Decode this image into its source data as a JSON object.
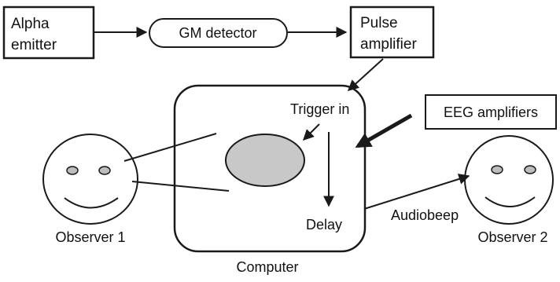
{
  "nodes": {
    "alpha_emitter": [
      "Alpha",
      "emitter"
    ],
    "gm_detector": "GM detector",
    "pulse_amplifier": [
      "Pulse",
      "amplifier"
    ],
    "eeg_amplifiers": "EEG amplifiers",
    "computer": "Computer",
    "trigger_in": "Trigger in",
    "delay": "Delay",
    "observer1": "Observer 1",
    "observer2": "Observer 2"
  },
  "edges": {
    "audiobeep": "Audiobeep"
  },
  "colors": {
    "stroke": "#1a1a1a",
    "screen_fill": "#c8c8c8",
    "eye_fill": "#bdbdbd",
    "background": "#ffffff"
  }
}
